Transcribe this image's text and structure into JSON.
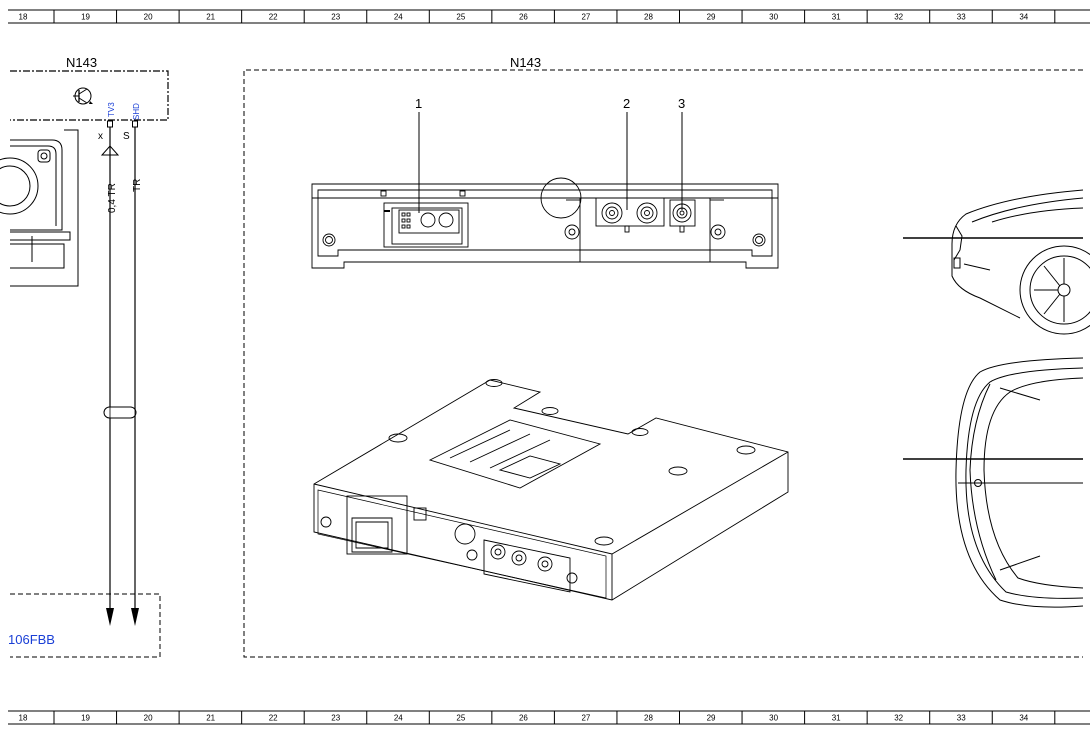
{
  "ruler": {
    "columns": [
      "18",
      "19",
      "20",
      "21",
      "22",
      "23",
      "24",
      "25",
      "26",
      "27",
      "28",
      "29",
      "30",
      "31",
      "32",
      "33",
      "34"
    ]
  },
  "left_component": {
    "label": "N143",
    "pins": [
      {
        "name": "TV3",
        "letter": "x"
      },
      {
        "name": "SHD",
        "letter": "S"
      }
    ]
  },
  "wires": [
    {
      "label": "0,4 TR"
    },
    {
      "label": "TR"
    }
  ],
  "reference_box": {
    "label": "106FBB"
  },
  "detail_view": {
    "label": "N143",
    "callouts": [
      "1",
      "2",
      "3"
    ]
  },
  "colors": {
    "line": "#000000",
    "pin_name_text": "#1a3fd6",
    "reference_text": "#1a3fd6",
    "background": "#ffffff"
  }
}
